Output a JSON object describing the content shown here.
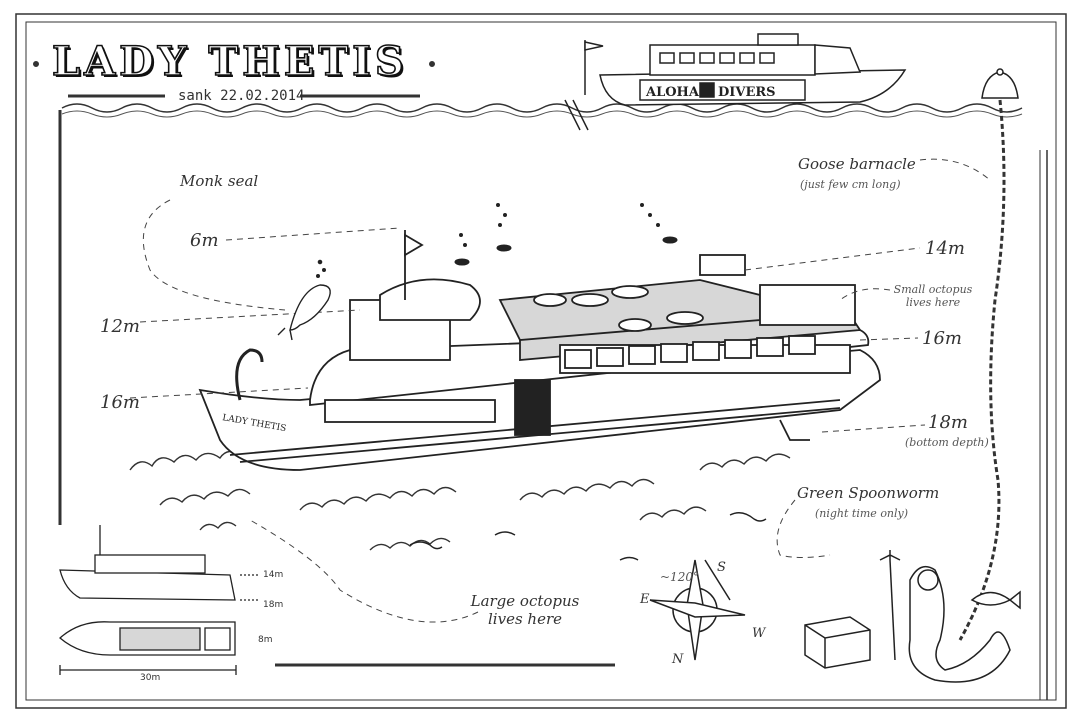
{
  "map": {
    "title": "LADY THETIS",
    "sank_date": "sank 22.02.2014",
    "ship_name_on_hull": "LADY THETIS",
    "dive_boat_name_left": "ALOHA",
    "dive_boat_name_right": "DIVERS"
  },
  "depths": {
    "d6": "6m",
    "d12": "12m",
    "d16_left": "16m",
    "d14": "14m",
    "d16_right": "16m",
    "d18": "18m",
    "d18_note": "(bottom depth)"
  },
  "marine_life": {
    "monk_seal": "Monk seal",
    "goose_barnacle": "Goose barnacle",
    "goose_barnacle_note": "(just few cm long)",
    "small_octopus": [
      "Small octopus",
      "lives here"
    ],
    "green_spoonworm": "Green Spoonworm",
    "green_spoonworm_note": "(night time only)",
    "large_octopus": [
      "Large octopus",
      "lives here"
    ]
  },
  "compass": {
    "angle": "~120°",
    "north": "N",
    "south": "S",
    "east": "E",
    "west": "W"
  },
  "side_view_dims": {
    "h14": "14m",
    "h18": "18m",
    "w8": "8m",
    "length": "30m"
  },
  "colors": {
    "ink": "#222222",
    "deck_gray": "#d7d7d7",
    "paper": "#ffffff"
  }
}
